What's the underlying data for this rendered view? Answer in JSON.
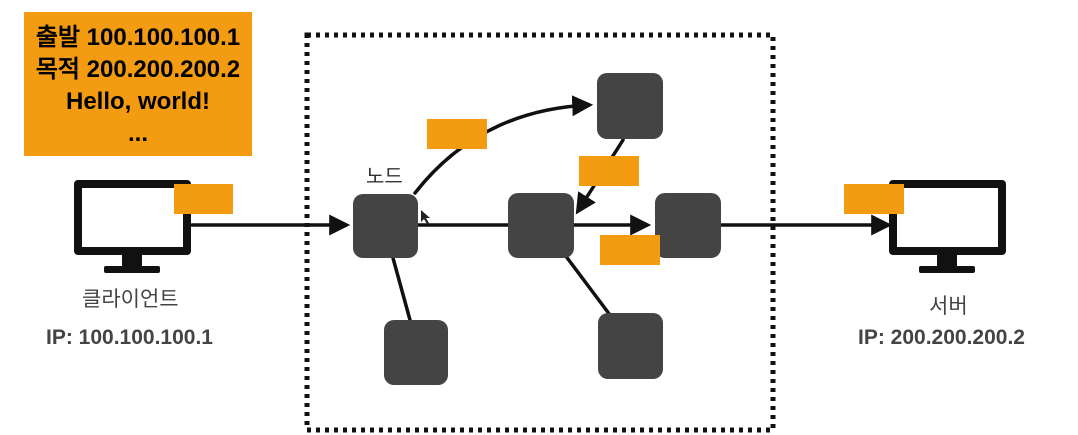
{
  "packet_info": {
    "source": "출발 100.100.100.1",
    "destination": "목적 200.200.200.2",
    "payload": "Hello, world!",
    "ellipsis": "..."
  },
  "client": {
    "label": "클라이언트",
    "ip": "IP: 100.100.100.1"
  },
  "server": {
    "label": "서버",
    "ip": "IP: 200.200.200.2"
  },
  "node_label": "노드",
  "colors": {
    "packet": "#F39C12",
    "node": "#444444",
    "line": "#111111"
  }
}
